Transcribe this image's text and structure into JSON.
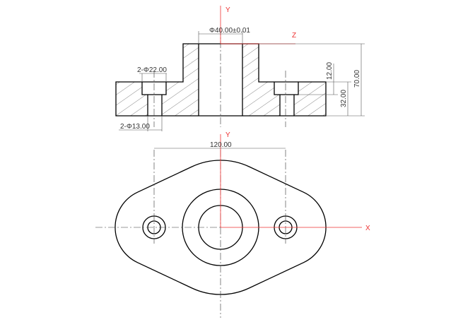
{
  "front_view": {
    "axis_y": "Y",
    "axis_z": "Z",
    "dim_bore": "Φ40.00±0.01",
    "dim_counterbore": "2-Φ22.00",
    "dim_hole": "2-Φ13.00",
    "dim_total_height": "70.00",
    "dim_base_height": "32.00",
    "dim_counterbore_depth": "12.00"
  },
  "top_view": {
    "axis_y": "Y",
    "axis_x": "X",
    "dim_hole_spacing": "120.00"
  },
  "colors": {
    "axis": "#e33",
    "outline": "#000"
  }
}
